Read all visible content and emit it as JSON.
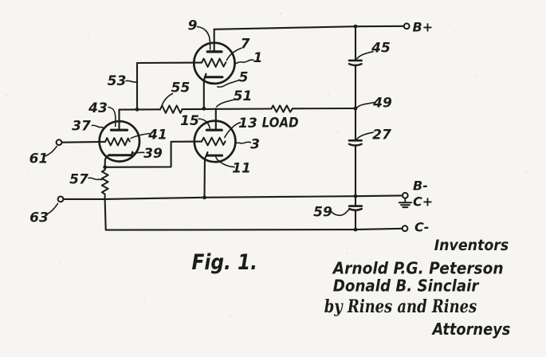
{
  "figure": {
    "caption": "Fig. 1."
  },
  "load_label": "LOAD",
  "terminals": {
    "b_plus": "B+",
    "b_minus": "B-",
    "c_plus": "C+",
    "c_minus": "C-"
  },
  "ref": {
    "n1": "1",
    "n3": "3",
    "n5": "5",
    "n7": "7",
    "n9": "9",
    "n11": "11",
    "n13": "13",
    "n15": "15",
    "n27": "27",
    "n37": "37",
    "n39": "39",
    "n41": "41",
    "n43": "43",
    "n45": "45",
    "n49": "49",
    "n51": "51",
    "n53": "53",
    "n55": "55",
    "n57": "57",
    "n59": "59",
    "n61": "61",
    "n63": "63"
  },
  "signature": {
    "inventors_heading": "Inventors",
    "inventor_1": "Arnold P.G. Peterson",
    "inventor_2": "Donald B. Sinclair",
    "by_line": "by Rines and Rines",
    "attorneys": "Attorneys"
  },
  "colors": {
    "ink": "#1b1b1b",
    "paper": "#f6f5f2"
  }
}
